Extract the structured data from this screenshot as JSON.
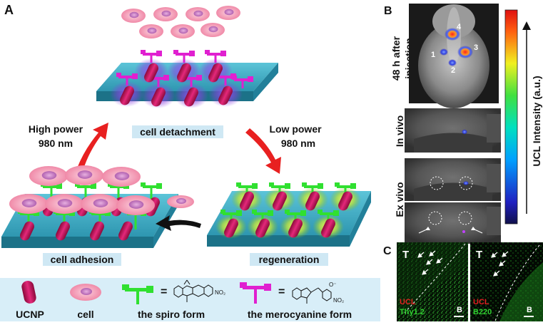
{
  "panel_a": {
    "letter": "A",
    "high_power": "High power",
    "high_nm": "980 nm",
    "low_power": "Low power",
    "low_nm": "980 nm",
    "detach_label": "cell detachment",
    "adhesion_label": "cell adhesion",
    "regen_label": "regeneration"
  },
  "legend": {
    "ucnp": "UCNP",
    "cell": "cell",
    "spiro": "the spiro form",
    "mero": "the merocyanine form",
    "eq": "=",
    "no2": "NO₂",
    "ominus": "O⁻"
  },
  "panel_b": {
    "letter": "B",
    "row1": "48 h after",
    "row2": "injection",
    "in_vivo": "In vivo",
    "ex_vivo": "Ex vivo",
    "colorbar_label": "UCL Intensity (a.u.)",
    "marks": [
      "1",
      "2",
      "3",
      "4"
    ]
  },
  "panel_c": {
    "letter": "C",
    "left": {
      "t": "T",
      "ucl": "UCL",
      "marker": "Thy1.2",
      "b": "B"
    },
    "right": {
      "t": "T",
      "ucl": "UCL",
      "marker": "B220",
      "b": "B"
    }
  },
  "colors": {
    "platform": "#3aa8c0",
    "magenta": "#e020d0",
    "green": "#30e030",
    "ucnp": "#c8185a",
    "cell": "#f4a8c0",
    "arrow_red": "#e82020",
    "label_bg": "#cfe8f4",
    "legend_bg": "#d8eef8"
  }
}
